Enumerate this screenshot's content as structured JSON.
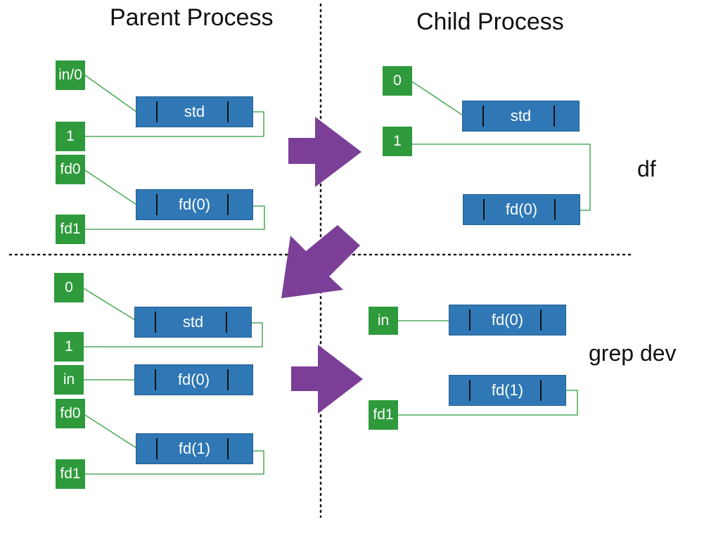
{
  "headings": {
    "parent": "Parent Process",
    "child": "Child Process"
  },
  "side_labels": {
    "df": "df",
    "grep": "grep dev"
  },
  "panels": {
    "top_left": {
      "boxes": [
        "in/0",
        "1",
        "fd0",
        "fd1"
      ],
      "bars": [
        "std",
        "fd(0)"
      ]
    },
    "top_right": {
      "boxes": [
        "0",
        "1"
      ],
      "bars": [
        "std",
        "fd(0)"
      ]
    },
    "bottom_left": {
      "boxes": [
        "0",
        "1",
        "in",
        "fd0",
        "fd1"
      ],
      "bars": [
        "std",
        "fd(0)",
        "fd(1)"
      ]
    },
    "bottom_right": {
      "boxes": [
        "in",
        "fd1"
      ],
      "bars": [
        "fd(0)",
        "fd(1)"
      ]
    }
  },
  "colors": {
    "fd_box": "#2f9a3c",
    "table_bar": "#2f78b5",
    "connector": "#2f9a3c",
    "arrow": "#7b3f98",
    "divider": "#111111"
  },
  "icons": [
    "arrow-right-icon",
    "arrow-down-left-icon",
    "arrow-right-icon"
  ]
}
